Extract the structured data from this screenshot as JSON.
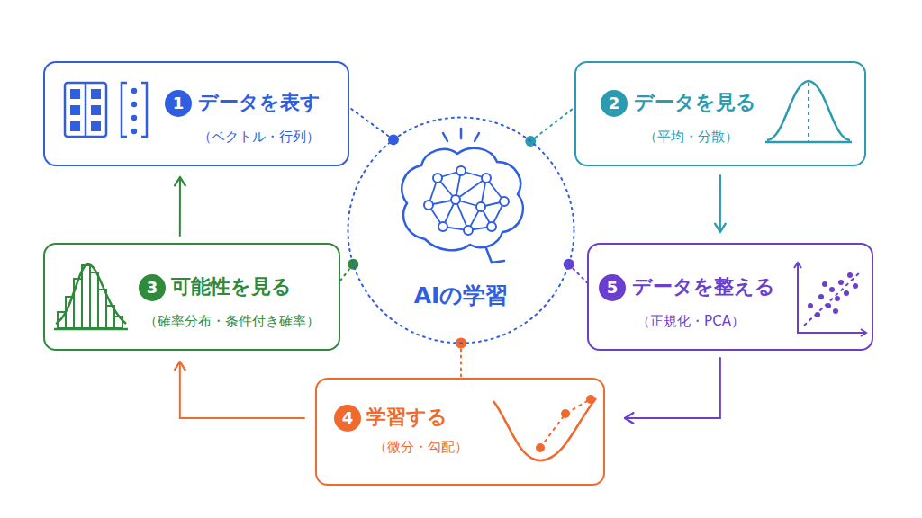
{
  "diagram": {
    "nodes": [
      {
        "text": [
          "1",
          "データを表す",
          "（ベクトル・行列）"
        ]
      },
      {
        "text": [
          "2",
          "データを見る",
          "（平均・分散）"
        ]
      },
      {
        "text": [
          "AIの学習"
        ]
      },
      {
        "text": [
          "3",
          "可能性を見る",
          "（確率分布・条件付き確率）"
        ]
      },
      {
        "text": [
          "5",
          "データを整える",
          "（正規化・PCA）"
        ]
      },
      {
        "text": [
          "4",
          "学習する",
          "（微分・勾配）"
        ]
      }
    ],
    "edges": [
      {
        "from": 1,
        "to": 4,
        "arrow": "to"
      },
      {
        "from": 4,
        "to": 5,
        "arrow": "to"
      },
      {
        "from": 5,
        "to": 3,
        "arrow": "to"
      },
      {
        "from": 3,
        "to": 0,
        "arrow": "to"
      },
      {
        "from": 2,
        "to": 0,
        "arrow": "none"
      },
      {
        "from": 2,
        "to": 1,
        "arrow": "none"
      },
      {
        "from": 2,
        "to": 3,
        "arrow": "none"
      },
      {
        "from": 2,
        "to": 4,
        "arrow": "none"
      },
      {
        "from": 2,
        "to": 5,
        "arrow": "none"
      }
    ]
  }
}
